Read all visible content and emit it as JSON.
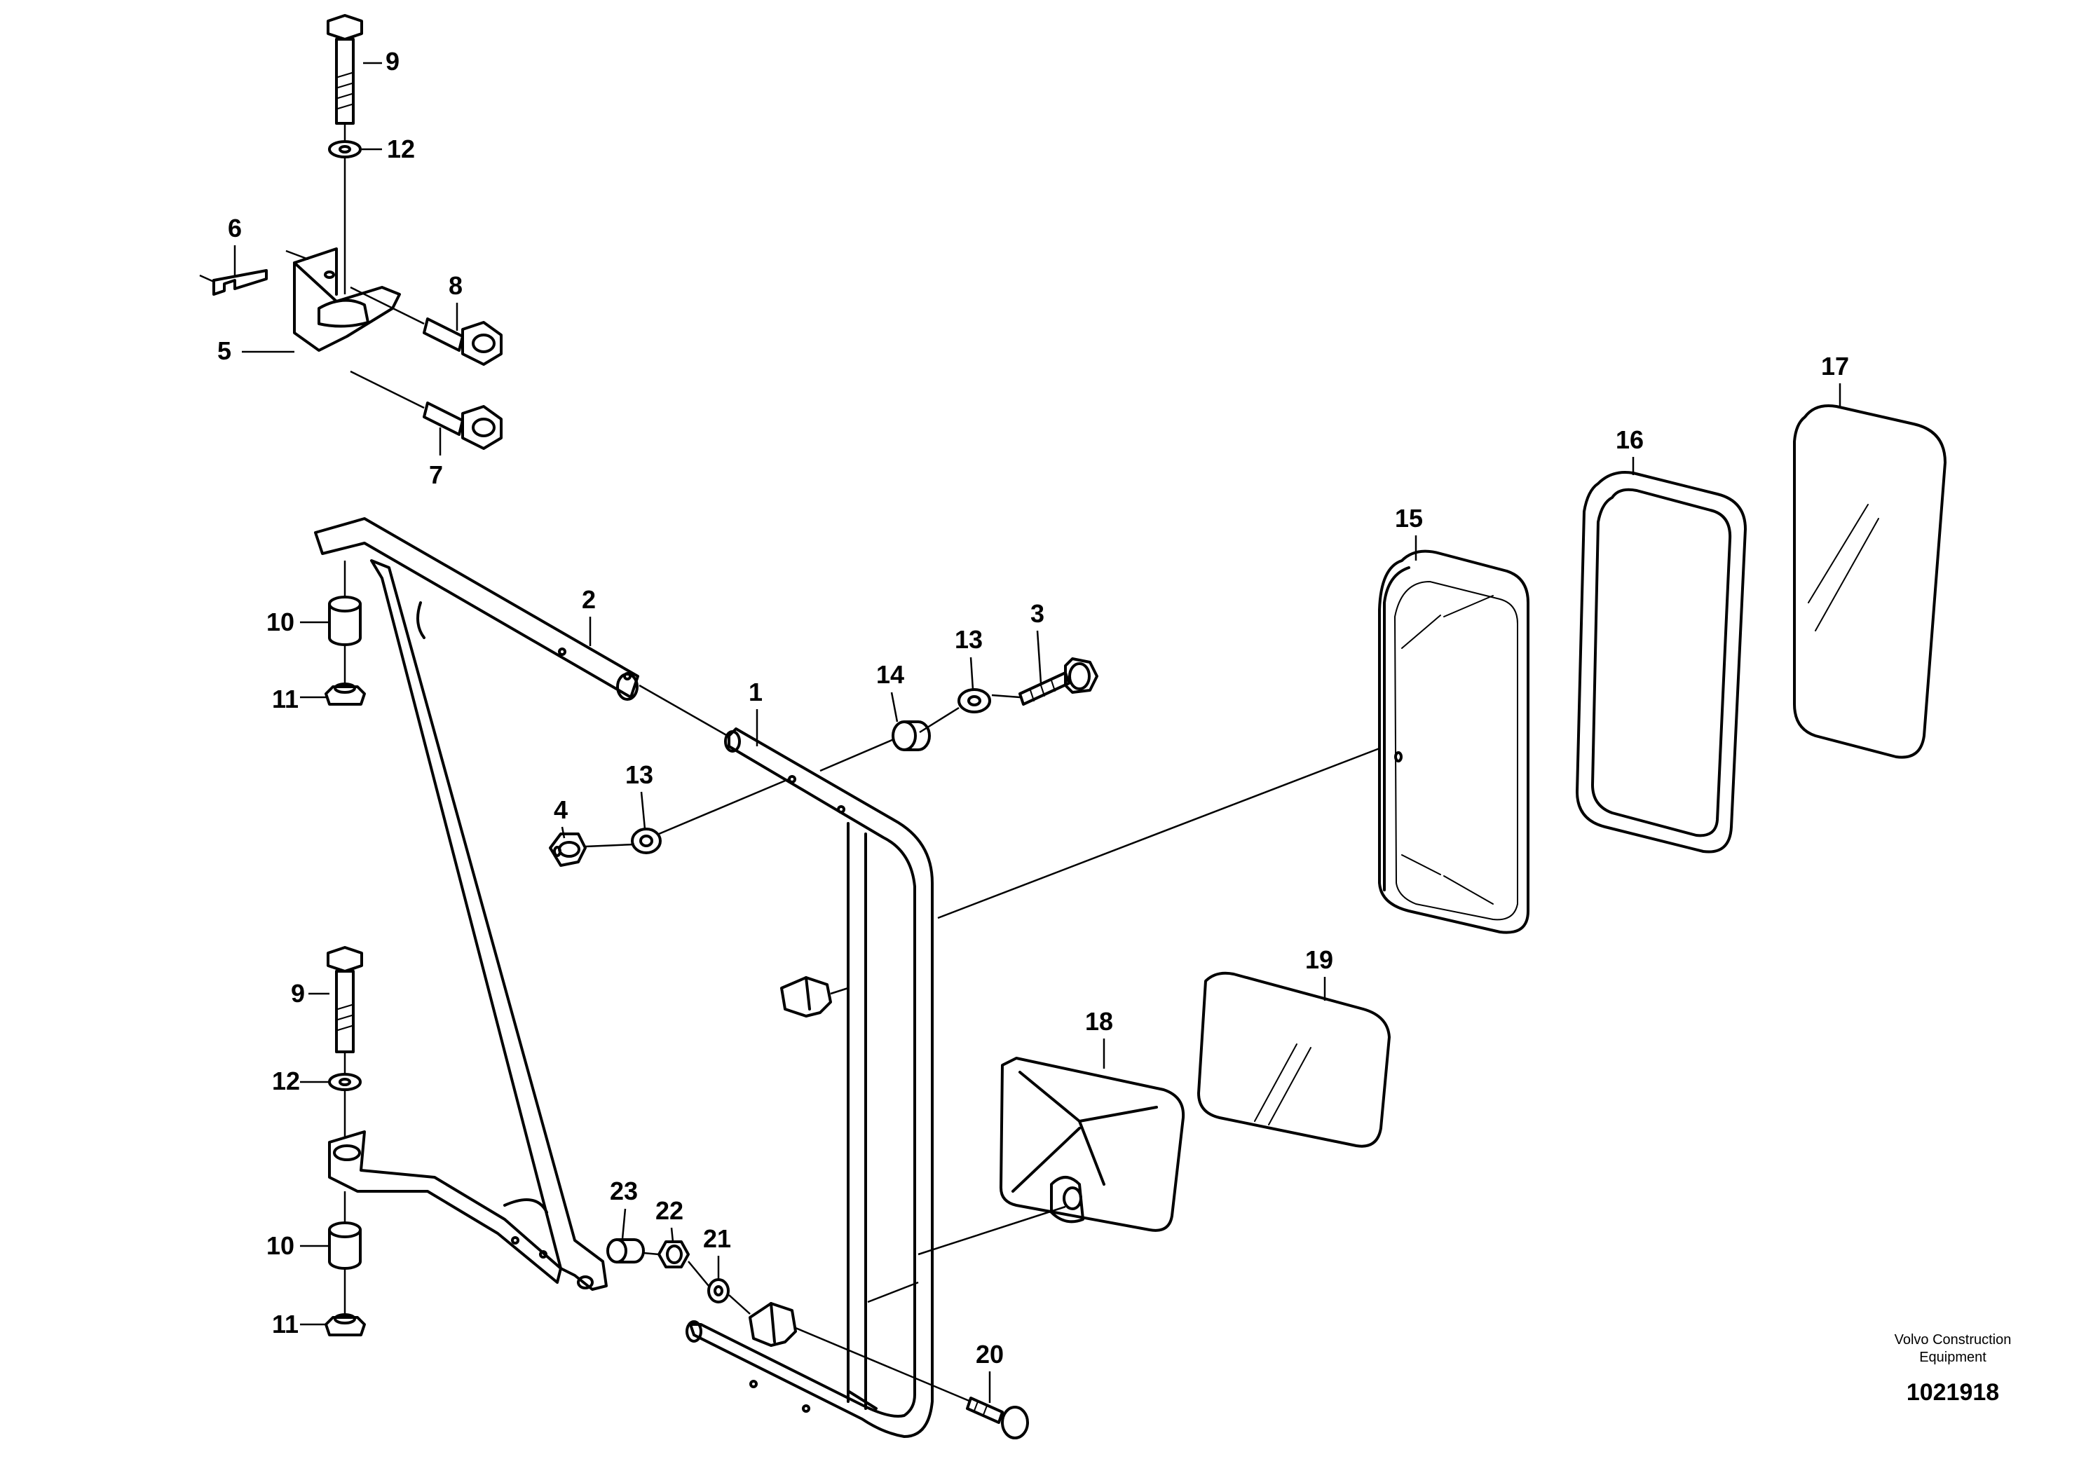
{
  "callouts": {
    "c1": "1",
    "c2": "2",
    "c3": "3",
    "c4": "4",
    "c5": "5",
    "c6": "6",
    "c7": "7",
    "c8": "8",
    "c9a": "9",
    "c9b": "9",
    "c10a": "10",
    "c10b": "10",
    "c11a": "11",
    "c11b": "11",
    "c12a": "12",
    "c12b": "12",
    "c13a": "13",
    "c13b": "13",
    "c14": "14",
    "c15": "15",
    "c16": "16",
    "c17": "17",
    "c18": "18",
    "c19": "19",
    "c20": "20",
    "c21": "21",
    "c22": "22",
    "c23": "23"
  },
  "credit": {
    "line1": "Volvo Construction",
    "line2": "Equipment",
    "drawing_number": "1021918"
  }
}
